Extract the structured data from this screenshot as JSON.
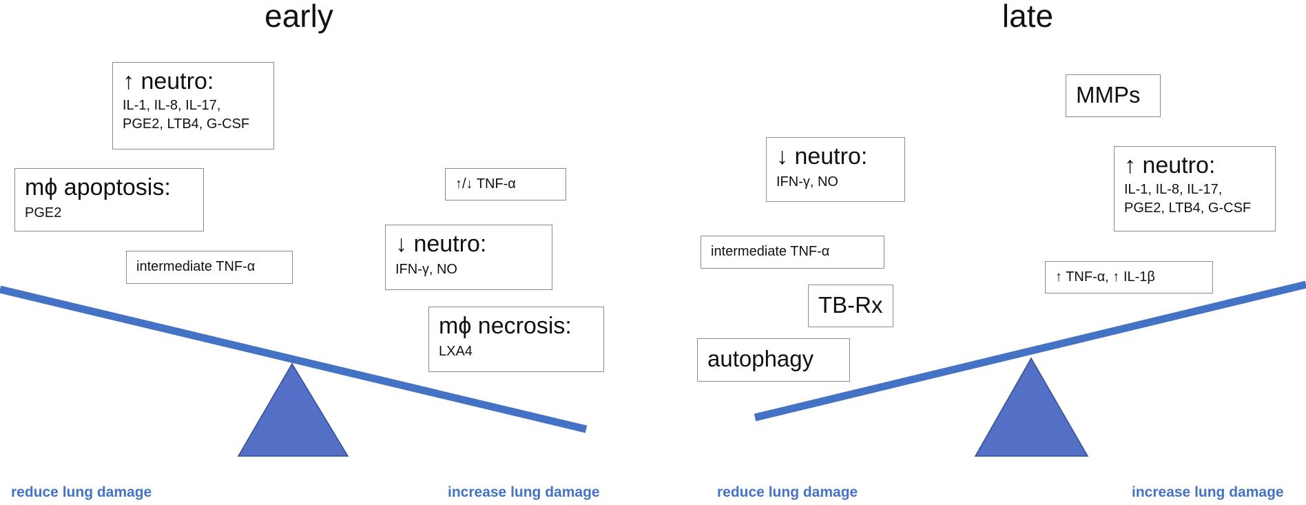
{
  "colors": {
    "beam": "#4472c4",
    "fulcrum": "#5470c6",
    "fulcrum_stroke": "#2f4f8f",
    "footer_text": "#4472c4",
    "box_border": "#8a8a8a"
  },
  "early": {
    "title": "early",
    "boxes": {
      "neutro_up": {
        "head": "↑ neutro:",
        "detail": "IL-1, IL-8, IL-17,\nPGE2, LTB4, G-CSF"
      },
      "mphi_apoptosis": {
        "head": "mϕ apoptosis:",
        "detail": "PGE2"
      },
      "intermediate_tnf": {
        "head": "intermediate  TNF-α"
      },
      "tnf_updown": {
        "head": "↑/↓ TNF-α"
      },
      "neutro_down": {
        "head": "↓ neutro:",
        "detail": "IFN-γ, NO"
      },
      "mphi_necrosis": {
        "head": "mϕ necrosis:",
        "detail": "LXA4"
      }
    },
    "footer_left": "reduce lung damage",
    "footer_right": "increase lung damage"
  },
  "late": {
    "title": "late",
    "boxes": {
      "mmps": {
        "head": "MMPs"
      },
      "neutro_down": {
        "head": "↓ neutro:",
        "detail": "IFN-γ, NO"
      },
      "neutro_up": {
        "head": "↑ neutro:",
        "detail": "IL-1, IL-8, IL-17,\nPGE2, LTB4, G-CSF"
      },
      "intermediate_tnf": {
        "head": "intermediate  TNF-α"
      },
      "tnf_il1b_up": {
        "head": "↑ TNF-α, ↑ IL-1β"
      },
      "tb_rx": {
        "head": "TB-Rx"
      },
      "autophagy": {
        "head": "autophagy"
      }
    },
    "footer_left": "reduce lung damage",
    "footer_right": "increase lung damage"
  }
}
